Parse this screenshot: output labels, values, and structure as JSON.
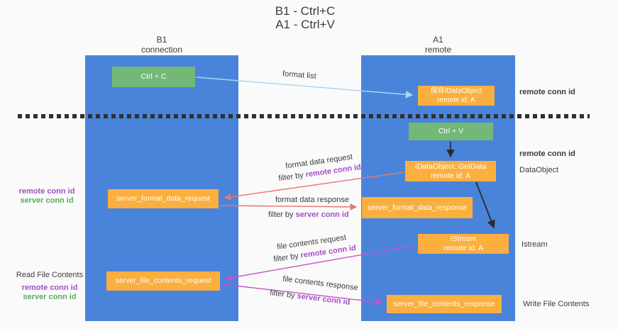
{
  "title": {
    "line1": "B1 - Ctrl+C",
    "line2": "A1 - Ctrl+V"
  },
  "columns": {
    "left": {
      "name": "B1",
      "role": "connection"
    },
    "right": {
      "name": "A1",
      "role": "remote"
    }
  },
  "nodes": {
    "ctrl_c": "Ctrl + C",
    "ctrl_v": "Ctrl + V",
    "save_dataobject": {
      "line1": "保存IDataObject",
      "line2": "remote id: A"
    },
    "getdata": {
      "line1": "IDataObject::GetData",
      "line2": "remote id: A"
    },
    "istream": {
      "line1": "IStream",
      "line2": "remote id: A"
    },
    "server_format_data_request": "server_format_data_request",
    "server_format_data_response": "server_format_data_response",
    "server_file_contents_request": "server_file_contents_request",
    "server_file_contents_response": "server_file_contents_response"
  },
  "flow_labels": {
    "format_list": "format list",
    "format_data_request": "format data request",
    "format_data_response": "format data response",
    "file_contents_request": "file contents request",
    "file_contents_response": "file contents response",
    "filter_prefix": "filter by "
  },
  "side_labels": {
    "remote_conn_id": "remote conn id",
    "server_conn_id": "server conn id",
    "dataobject": "DataObject",
    "istream": "Istream",
    "read_file_contents": "Read File Contents",
    "write_file_contents": "Write File Contents"
  },
  "colors": {
    "background": "#fafafa",
    "column_blue": "#4a84da",
    "node_orange": "#fbaf3f",
    "node_green": "#73b877",
    "arrow_light_blue": "#a9d6f2",
    "arrow_red": "#e87575",
    "arrow_magenta": "#c850c8",
    "arrow_black": "#2b2b2b",
    "label_purple": "#a24fc8",
    "label_green": "#57ad57",
    "text_dark": "#3c3c3c"
  }
}
